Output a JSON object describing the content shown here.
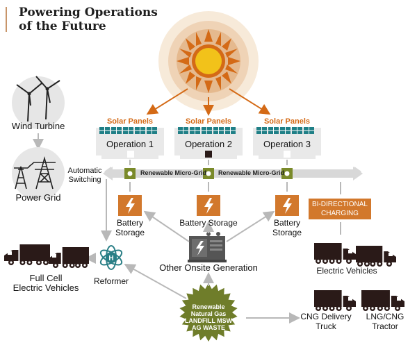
{
  "title": {
    "line1": "Powering Operations",
    "line2": "of the Future"
  },
  "wind_turbine": {
    "label": "Wind Turbine"
  },
  "power_grid": {
    "label": "Power Grid"
  },
  "automatic_switching": {
    "line1": "Automatic",
    "line2": "Switching"
  },
  "operations": [
    {
      "solar_label": "Solar Panels",
      "label": "Operation 1"
    },
    {
      "solar_label": "Solar Panels",
      "label": "Operation 2"
    },
    {
      "solar_label": "Solar Panels",
      "label": "Operation 3"
    }
  ],
  "microgrid": {
    "label_left": "Renewable Micro-Grid",
    "label_right": "Renewable Micro-Grid"
  },
  "batteries": [
    {
      "line1": "Battery",
      "line2": "Storage"
    },
    {
      "line1": "Battery Storage",
      "line2": ""
    },
    {
      "line1": "Battery",
      "line2": "Storage"
    }
  ],
  "bidirectional": {
    "line1": "BI-DIRECTIONAL",
    "line2": "CHARGING"
  },
  "onsite_generation": {
    "label": "Other Onsite Generation"
  },
  "reformer": {
    "label": "Reformer",
    "icon_letter": "H"
  },
  "fuel_cell": {
    "line1": "Full Cell",
    "line2": "Electric Vehicles"
  },
  "electric_vehicles": {
    "label": "Electric Vehicles"
  },
  "renewable_gas": {
    "line1": "Renewable",
    "line2": "Natural Gas",
    "line3": "LANDFILL MSW",
    "line4": "AG WASTE"
  },
  "cng_truck": {
    "line1": "CNG Delivery",
    "line2": "Truck"
  },
  "lng_tractor": {
    "line1": "LNG/CNG",
    "line2": "Tractor"
  },
  "colors": {
    "accent_orange": "#d46a16",
    "sun_ring": "#efd3b6",
    "battery_orange": "#d2782c",
    "grid_gray": "#d8d8d8",
    "truck_dark": "#2a1a18",
    "gas_green": "#6f7d2a",
    "node_green": "#7a8a2a"
  },
  "icons": [
    "sun-icon",
    "wind-turbine-icon",
    "power-tower-icon",
    "solar-panel-icon",
    "battery-icon",
    "generator-icon",
    "reformer-icon",
    "truck-icon",
    "gas-burst-icon"
  ]
}
